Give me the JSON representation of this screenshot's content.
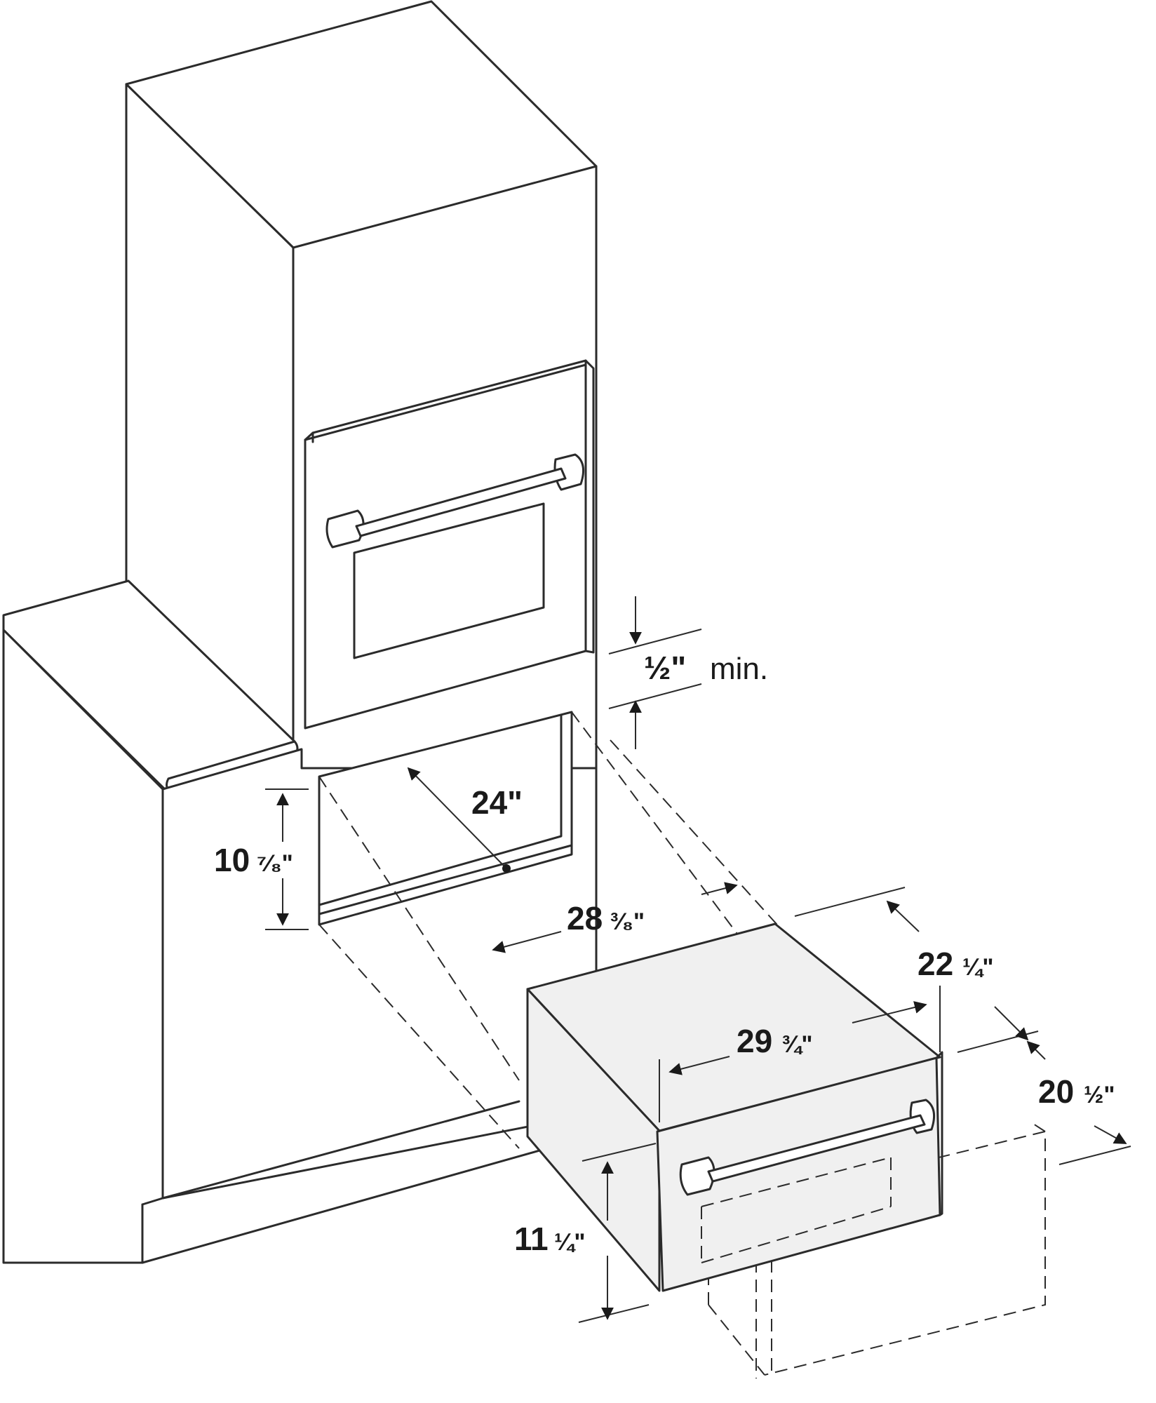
{
  "dimensions": {
    "gap_min": {
      "value": "½\"",
      "suffix": "min."
    },
    "cutout_depth": "24\"",
    "cutout_height": {
      "whole": "10",
      "frac": "⁷⁄₈\""
    },
    "cutout_width": {
      "whole": "28",
      "frac": "³⁄₈\""
    },
    "drawer_depth_total": {
      "whole": "22",
      "frac": "¼\""
    },
    "drawer_width": {
      "whole": "29",
      "frac": "¾\""
    },
    "drawer_depth_body": {
      "whole": "20",
      "frac": "½\""
    },
    "drawer_height": {
      "whole": "11",
      "frac": "¼\""
    }
  }
}
